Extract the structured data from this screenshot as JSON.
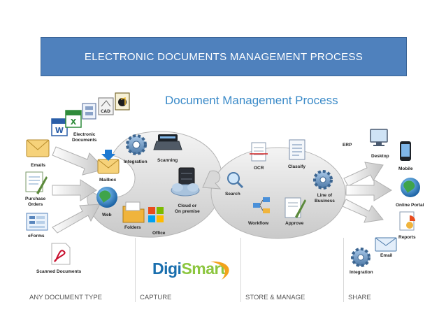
{
  "banner": {
    "title": "ELECTRONIC DOCUMENTS MANAGEMENT PROCESS"
  },
  "diagram": {
    "title": "Document Management Process",
    "brand_part1": "Digi",
    "brand_part2": "Smart",
    "inputs": {
      "electronic_documents": "Electronic\nDocuments",
      "emails": "Emails",
      "purchase_orders": "Purchase\nOrders",
      "eforms": "eForms",
      "scanned_documents": "Scanned Documents"
    },
    "capture": {
      "integration": "Integration",
      "scanning": "Scanning",
      "mailbox": "Mailbox",
      "web": "Web",
      "folders": "Folders",
      "office": "Office",
      "cloud": "Cloud or\nOn premise"
    },
    "store": {
      "ocr": "OCR",
      "classify": "Classify",
      "search": "Search",
      "line_of_business": "Line of\nBusiness",
      "workflow": "Workflow",
      "approve": "Approve"
    },
    "share": {
      "erp": "ERP",
      "desktop": "Desktop",
      "mobile": "Mobile",
      "online_portal": "Online Portal",
      "reports": "Reports",
      "email": "Email",
      "integration": "Integration"
    },
    "stages": {
      "any_document_type": "ANY DOCUMENT TYPE",
      "capture": "CAPTURE",
      "store_manage": "STORE & MANAGE",
      "share": "SHARE"
    }
  },
  "colors": {
    "banner": "#4f81bd",
    "title": "#3a8ac8",
    "brand_blue": "#1a6fae",
    "brand_green": "#8cc63f"
  }
}
